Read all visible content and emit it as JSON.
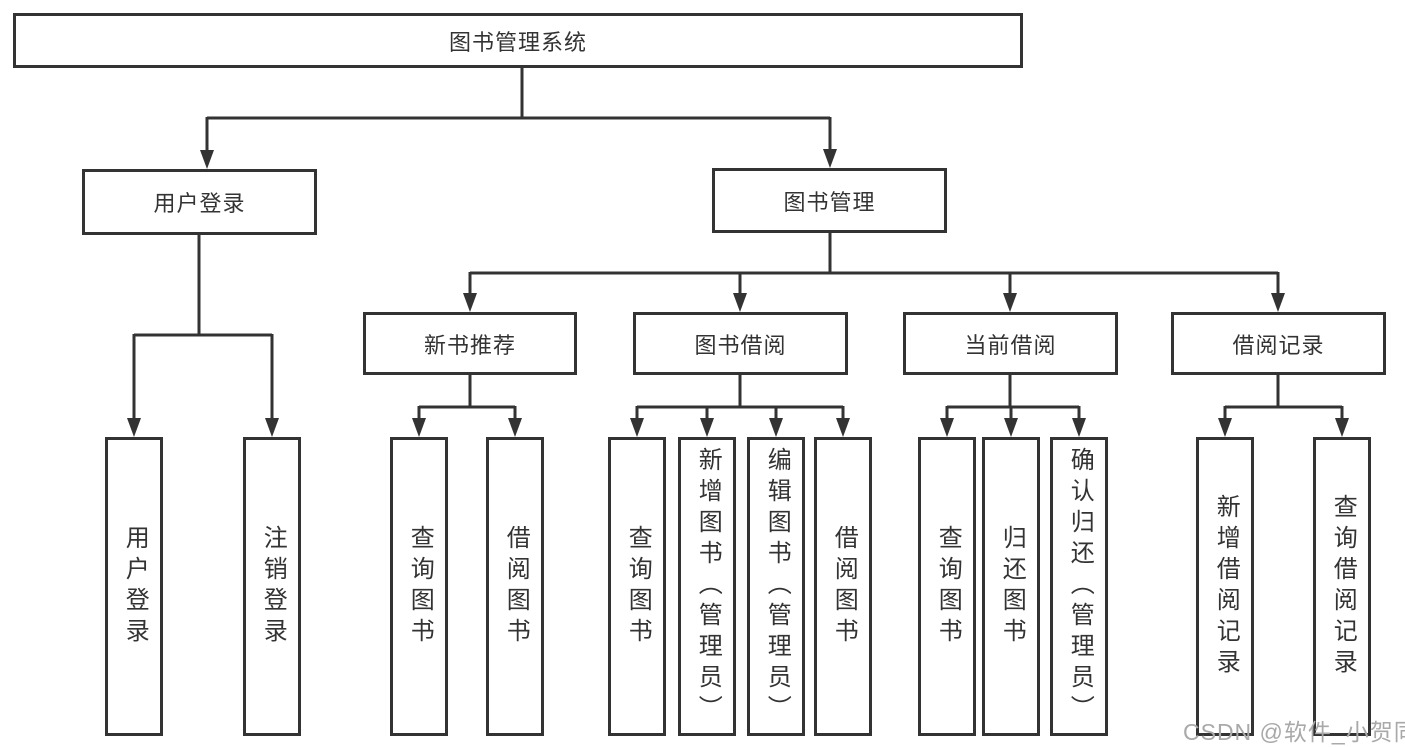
{
  "diagram_type": "hierarchy",
  "colors": {
    "line": "#333333",
    "text": "#333333",
    "background": "#ffffff",
    "watermark": "#a9a9a9"
  },
  "tree": {
    "label": "图书管理系统",
    "children": [
      {
        "label": "用户登录",
        "children": [
          {
            "label": "用户登录"
          },
          {
            "label": "注销登录"
          }
        ]
      },
      {
        "label": "图书管理",
        "children": [
          {
            "label": "新书推荐",
            "children": [
              {
                "label": "查询图书"
              },
              {
                "label": "借阅图书"
              }
            ]
          },
          {
            "label": "图书借阅",
            "children": [
              {
                "label": "查询图书"
              },
              {
                "label": "新增图书（管理员）"
              },
              {
                "label": "编辑图书（管理员）"
              },
              {
                "label": "借阅图书"
              }
            ]
          },
          {
            "label": "当前借阅",
            "children": [
              {
                "label": "查询图书"
              },
              {
                "label": "归还图书"
              },
              {
                "label": "确认归还（管理员）"
              }
            ]
          },
          {
            "label": "借阅记录",
            "children": [
              {
                "label": "新增借阅记录"
              },
              {
                "label": "查询借阅记录"
              }
            ]
          }
        ]
      }
    ]
  },
  "watermark": {
    "text": "CSDN @软件_小贺同学"
  }
}
